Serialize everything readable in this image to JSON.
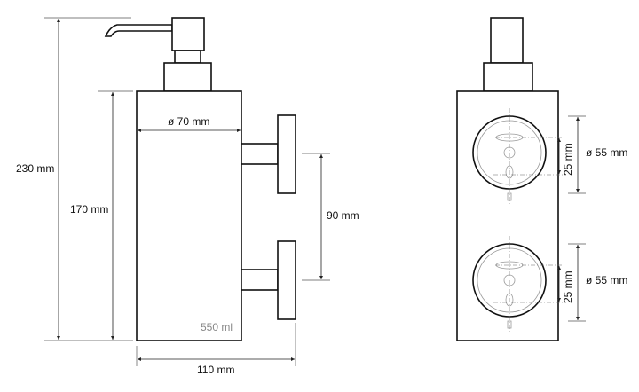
{
  "side_view": {
    "total_height": "230 mm",
    "body_height": "170 mm",
    "diameter": "ø 70 mm",
    "bracket_spacing": "90 mm",
    "volume": "550 ml",
    "depth": "110 mm"
  },
  "front_view": {
    "upper_mount": {
      "hole_spacing": "25 mm",
      "diameter": "ø 55 mm"
    },
    "lower_mount": {
      "hole_spacing": "25 mm",
      "diameter": "ø 55 mm"
    }
  }
}
